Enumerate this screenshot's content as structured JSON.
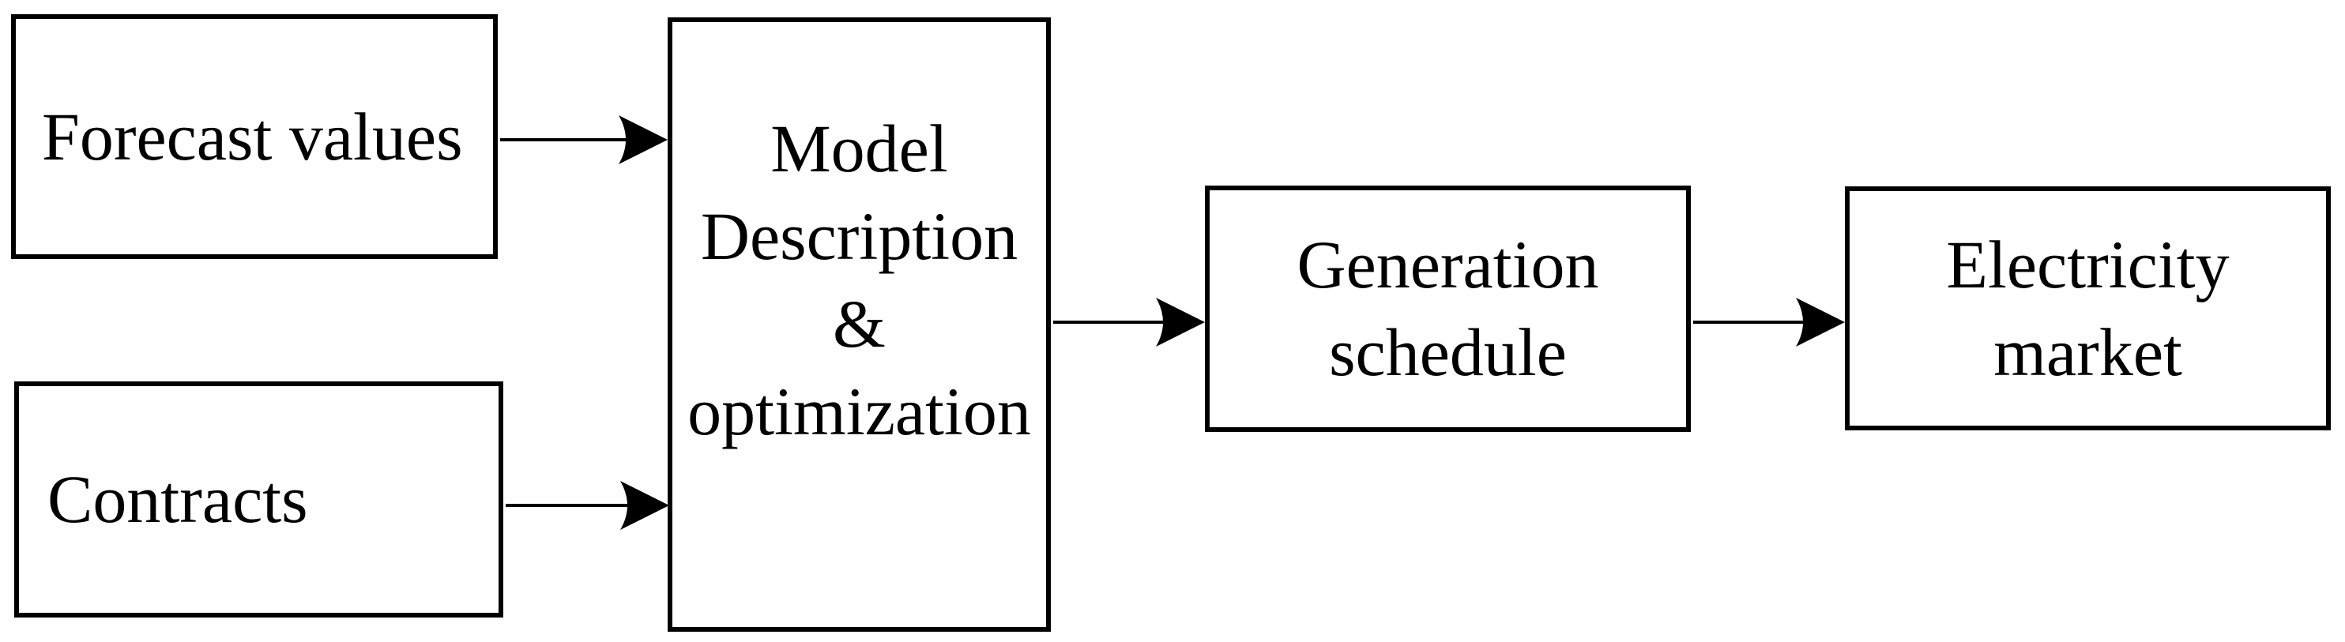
{
  "diagram": {
    "background_color": "#ffffff",
    "stroke_color": "#000000",
    "text_color": "#000000",
    "nodes": [
      {
        "id": "forecast",
        "label": "Forecast values",
        "lines": [
          "Forecast values"
        ]
      },
      {
        "id": "contracts",
        "label": "Contracts",
        "lines": [
          "Contracts"
        ]
      },
      {
        "id": "model",
        "label": "Model Description & optimization",
        "lines": [
          "Model",
          "Description",
          "&",
          "optimization"
        ]
      },
      {
        "id": "generation",
        "label": "Generation schedule",
        "lines": [
          "Generation",
          "schedule"
        ]
      },
      {
        "id": "market",
        "label": "Electricity market",
        "lines": [
          "Electricity",
          "market"
        ]
      }
    ],
    "edges": [
      {
        "from": "forecast",
        "to": "model"
      },
      {
        "from": "contracts",
        "to": "model"
      },
      {
        "from": "model",
        "to": "generation"
      },
      {
        "from": "generation",
        "to": "market"
      }
    ]
  }
}
